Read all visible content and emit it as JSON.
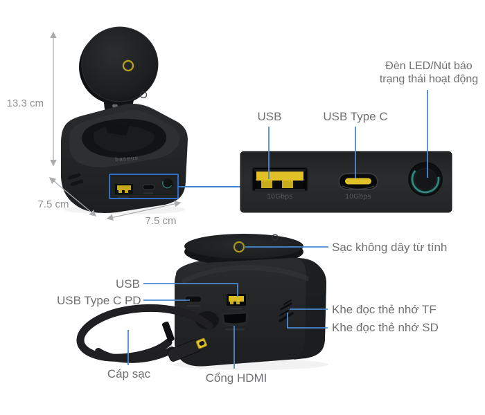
{
  "dimensions": {
    "height": "13.3 cm",
    "width": "7.5 cm",
    "depth": "7.5 cm"
  },
  "device": {
    "brand_logo": "baseus"
  },
  "ports_panel": {
    "usb_label": "USB",
    "usb_type_c_label": "USB Type C",
    "led_button_label": "Đèn LED/Nút báo trạng thái hoạt động",
    "usb_speed": "10Gbps",
    "usb_c_speed": "10Gbps"
  },
  "annotations": {
    "usb": "USB",
    "usb_type_c_pd": "USB Type C PD",
    "wireless_charger": "Sạc không dây từ tính",
    "tf_card_slot": "Khe đọc thẻ nhớ TF",
    "sd_card_slot": "Khe đọc thẻ nhớ SD",
    "charging_cable": "Cáp sạc",
    "hdmi_port": "Cổng HDMI"
  },
  "colors": {
    "leader_line": "#4a8bd4",
    "highlight_box": "#2d6fc9",
    "accent_yellow": "#e0c127",
    "button_ring_teal": "#37948a",
    "label_text": "#6f7072",
    "dimension_text": "#8f9092",
    "panel_background": "#232527"
  }
}
